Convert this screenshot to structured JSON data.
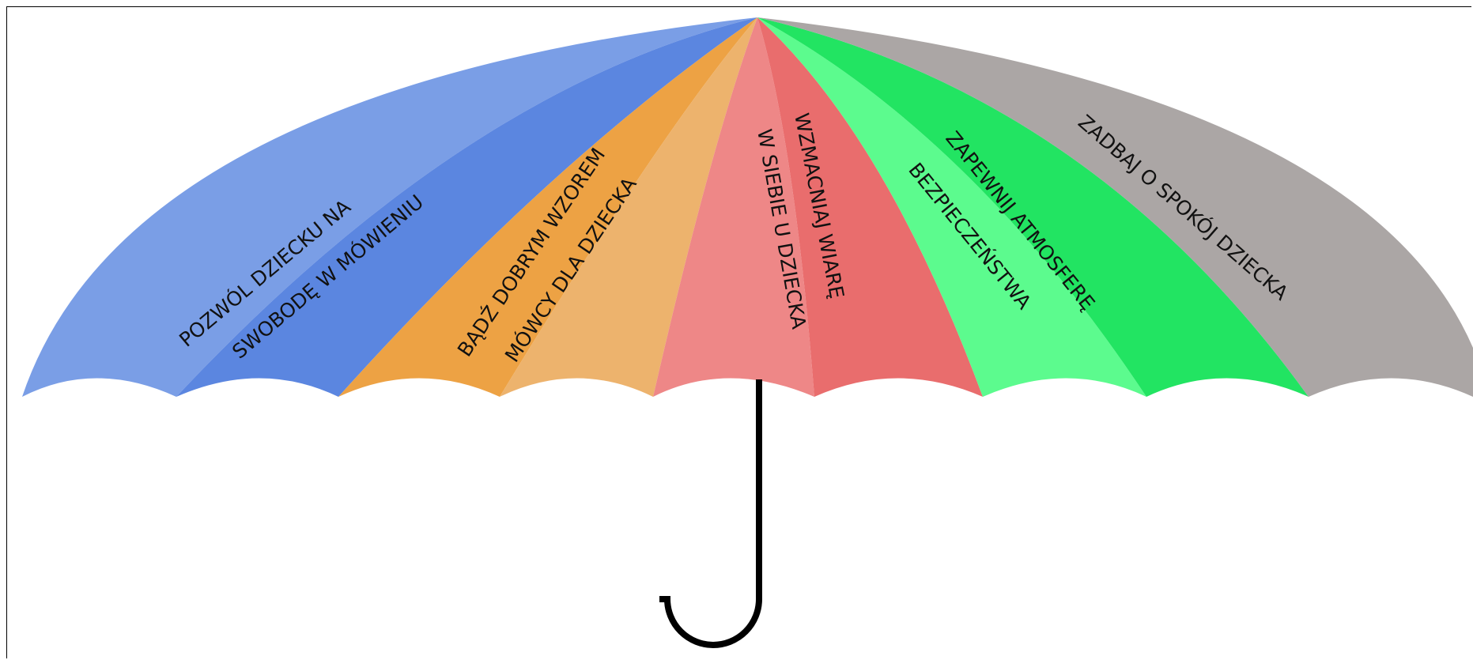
{
  "diagram": {
    "panels": [
      {
        "id": "p1",
        "color": "#7a9ee6"
      },
      {
        "id": "p2",
        "color": "#5b86e0"
      },
      {
        "id": "p3",
        "color": "#eda244"
      },
      {
        "id": "p4",
        "color": "#edb36d"
      },
      {
        "id": "p5",
        "color": "#ee8787"
      },
      {
        "id": "p6",
        "color": "#e96d6d"
      },
      {
        "id": "p7",
        "color": "#5cfb8e"
      },
      {
        "id": "p8",
        "color": "#22e462"
      },
      {
        "id": "p9",
        "color": "#aba6a5"
      }
    ],
    "handle_color": "#000000",
    "labels": {
      "blue_1": "POZWÓL DZIECKU NA",
      "blue_2": "SWOBODĘ W MÓWIENIU",
      "orange_1": "BĄDŹ DOBRYM WZOREM",
      "orange_2": "MÓWCY DLA DZIECKA",
      "red_1": "WZMACNIAJ WIARĘ",
      "red_2": "W SIEBIE U DZIECKA",
      "green_1": "ZAPEWNIJ ATMOSFERĘ",
      "green_2": "BEZPIECZEŃSTWA",
      "grey_1": "ZADBAJ O SPOKÓJ DZIECKA"
    }
  }
}
